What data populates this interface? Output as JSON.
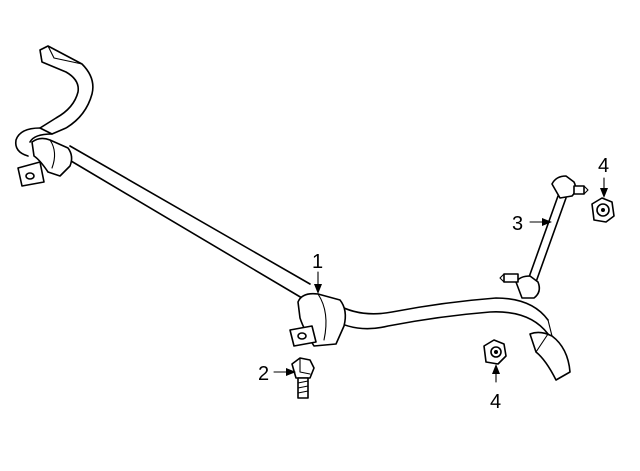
{
  "callouts": {
    "c1": "1",
    "c2": "2",
    "c3": "3",
    "c4a": "4",
    "c4b": "4"
  }
}
